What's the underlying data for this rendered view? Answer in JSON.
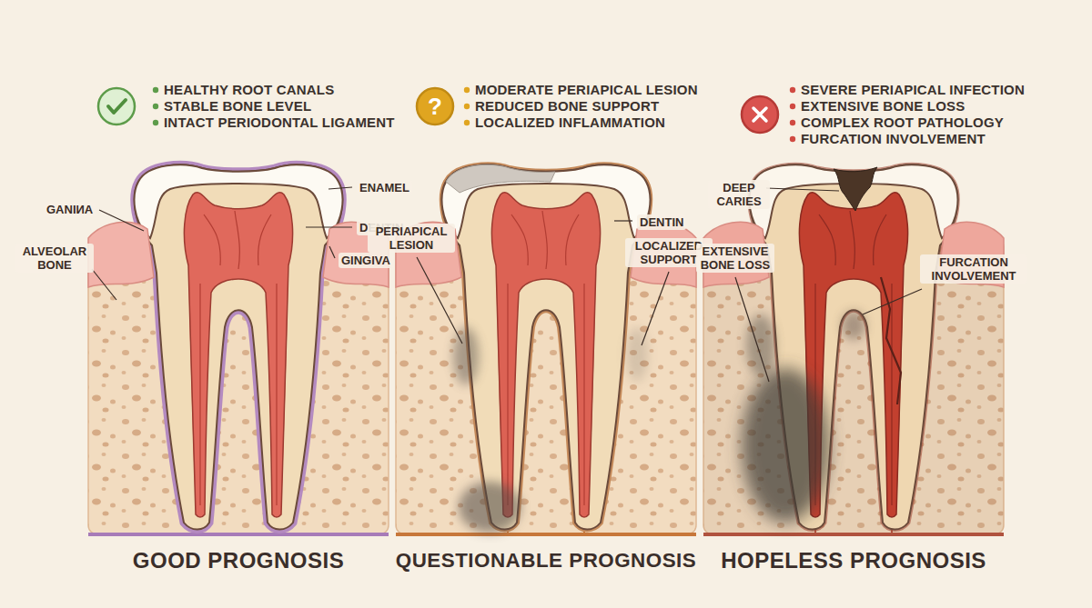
{
  "diagram": {
    "labels": [
      "HEALTHY ROOT CANALS",
      "STABLE BONE LEVEL",
      "INTACT PERIODONTAL LIGAMENT",
      "?",
      "MODERATE PERIAPICAL LESION",
      "REDUCED BONE SUPPORT",
      "LOCALIZED INFLAMMATION",
      "SEVERE PERIAPICAL INFECTION",
      "EXTENSIVE BONE LOSS",
      "COMPLEX ROOT PATHOLOGY",
      "FURCATION INVOLVEMENT",
      "GANIИA",
      "ENAMEL",
      "DENTIN",
      "ALVEOLAR BONE",
      "GINGIVA",
      "PERIAPICAL LESION",
      "DENTIN",
      "LOCALIZED SUPPORT",
      "DEEP CARIES",
      "EXTENSIVE BONE LOSS",
      "FURCATION INVOLVEMENT",
      "GOOD PROGNOSIS",
      "QUESTIONABLE PROGNOSIS",
      "HOPELESS PROGNOSIS"
    ]
  }
}
